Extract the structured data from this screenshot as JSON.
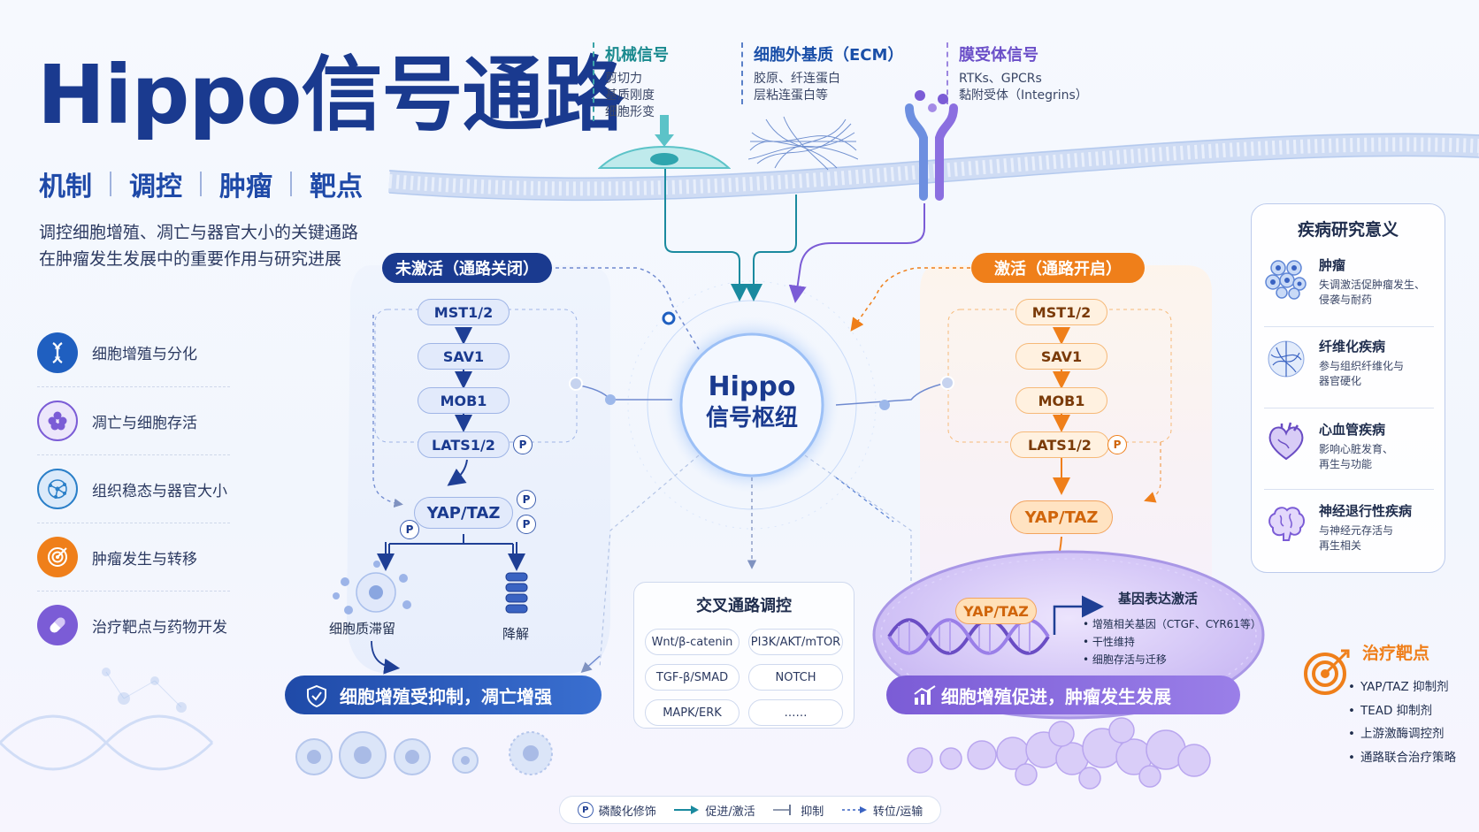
{
  "title": "Hippo信号通路",
  "subtitle": [
    "机制",
    "调控",
    "肿瘤",
    "靶点"
  ],
  "description": [
    "调控细胞增殖、凋亡与器官大小的关键通路",
    "在肿瘤发生发展中的重要作用与研究进展"
  ],
  "functions": [
    {
      "label": "细胞增殖与分化",
      "icon": "dna-icon",
      "color": "#1f5fc0"
    },
    {
      "label": "凋亡与细胞存活",
      "icon": "cell-cluster-icon",
      "color": "#7b5cd6"
    },
    {
      "label": "组织稳态与器官大小",
      "icon": "tissue-network-icon",
      "color": "#2a7fc8"
    },
    {
      "label": "肿瘤发生与转移",
      "icon": "target-icon",
      "color": "#ef7f1a"
    },
    {
      "label": "治疗靶点与药物开发",
      "icon": "capsule-icon",
      "color": "#7b5cd6"
    }
  ],
  "signals": [
    {
      "title": "机械信号",
      "lines": [
        "剪切力",
        "基质刚度",
        "细胞形变"
      ],
      "color": "#1a8a8f"
    },
    {
      "title": "细胞外基质（ECM）",
      "lines": [
        "胶原、纤连蛋白",
        "层粘连蛋白等"
      ],
      "color": "#1a4fa8"
    },
    {
      "title": "膜受体信号",
      "lines": [
        "RTKs、GPCRs",
        "黏附受体（Integrins）"
      ],
      "color": "#6b4fc8"
    }
  ],
  "inactive": {
    "header": "未激活（通路关闭）",
    "nodes": [
      "MST1/2",
      "SAV1",
      "MOB1",
      "LATS1/2",
      "YAP/TAZ"
    ],
    "p_label": "P",
    "outcomes": [
      "细胞质滞留",
      "降解"
    ],
    "banner": "细胞增殖受抑制，凋亡增强",
    "color": "#2a56b3"
  },
  "active": {
    "header": "激活（通路开启）",
    "nodes": [
      "MST1/2",
      "SAV1",
      "MOB1",
      "LATS1/2",
      "YAP/TAZ"
    ],
    "p_label": "P",
    "nucleus_label": "YAP/TAZ",
    "gene_title": "基因表达激活",
    "gene_items": [
      "增殖相关基因（CTGF、CYR61等）",
      "干性维持",
      "细胞存活与迁移"
    ],
    "banner": "细胞增殖促进，肿瘤发生发展",
    "color": "#ef7f1a"
  },
  "hub": {
    "line1": "Hippo",
    "line2": "信号枢纽"
  },
  "crosstalk": {
    "title": "交叉通路调控",
    "items": [
      "Wnt/β-catenin",
      "PI3K/AKT/mTOR",
      "TGF-β/SMAD",
      "NOTCH",
      "MAPK/ERK",
      "……"
    ]
  },
  "disease": {
    "title": "疾病研究意义",
    "items": [
      {
        "title": "肿瘤",
        "lines": [
          "失调激活促肿瘤发生、",
          "侵袭与耐药"
        ],
        "icon": "tumor-cells-icon"
      },
      {
        "title": "纤维化疾病",
        "lines": [
          "参与组织纤维化与",
          "器官硬化"
        ],
        "icon": "fibrosis-icon"
      },
      {
        "title": "心血管疾病",
        "lines": [
          "影响心脏发育、",
          "再生与功能"
        ],
        "icon": "heart-icon"
      },
      {
        "title": "神经退行性疾病",
        "lines": [
          "与神经元存活与",
          "再生相关"
        ],
        "icon": "brain-icon"
      }
    ]
  },
  "targets": {
    "title": "治疗靶点",
    "items": [
      "YAP/TAZ 抑制剂",
      "TEAD 抑制剂",
      "上游激酶调控剂",
      "通路联合治疗策略"
    ]
  },
  "legend": [
    {
      "symbol": "P",
      "label": "磷酸化修饰"
    },
    {
      "symbol": "arrow",
      "label": "促进/激活"
    },
    {
      "symbol": "inhibit",
      "label": "抑制"
    },
    {
      "symbol": "dashed-arrow",
      "label": "转位/运输"
    }
  ]
}
